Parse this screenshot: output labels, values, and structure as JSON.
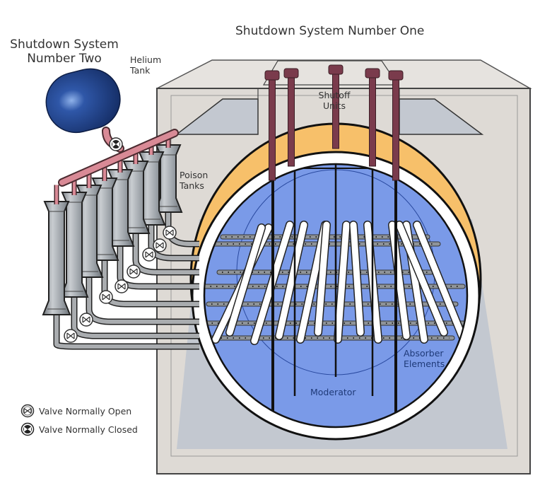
{
  "title_system_one": "Shutdown System Number One",
  "title_system_two_line1": "Shutdown System",
  "title_system_two_line2": "Number Two",
  "labels": {
    "helium_tank_line1": "Helium",
    "helium_tank_line2": "Tank",
    "poison_tanks_line1": "Poison",
    "poison_tanks_line2": "Tanks",
    "shutoff_units_line1": "Shutoff",
    "shutoff_units_line2": "Units",
    "absorber_elements_line1": "Absorber",
    "absorber_elements_line2": "Elements",
    "moderator": "Moderator"
  },
  "legend": {
    "valve_open": "Valve Normally Open",
    "valve_closed": "Valve Normally Closed"
  },
  "colors": {
    "building": "#dedad5",
    "vault": "#c3c8d0",
    "moderator": "#7a9ae8",
    "shield": "#f7c06a",
    "shutoff_rod": "#7a3b4c",
    "helium_tank": "#1f3f85",
    "helium_pipe": "#d98a96",
    "poison_tank": "#9aa0a6",
    "pipe": "#a9acaf"
  }
}
